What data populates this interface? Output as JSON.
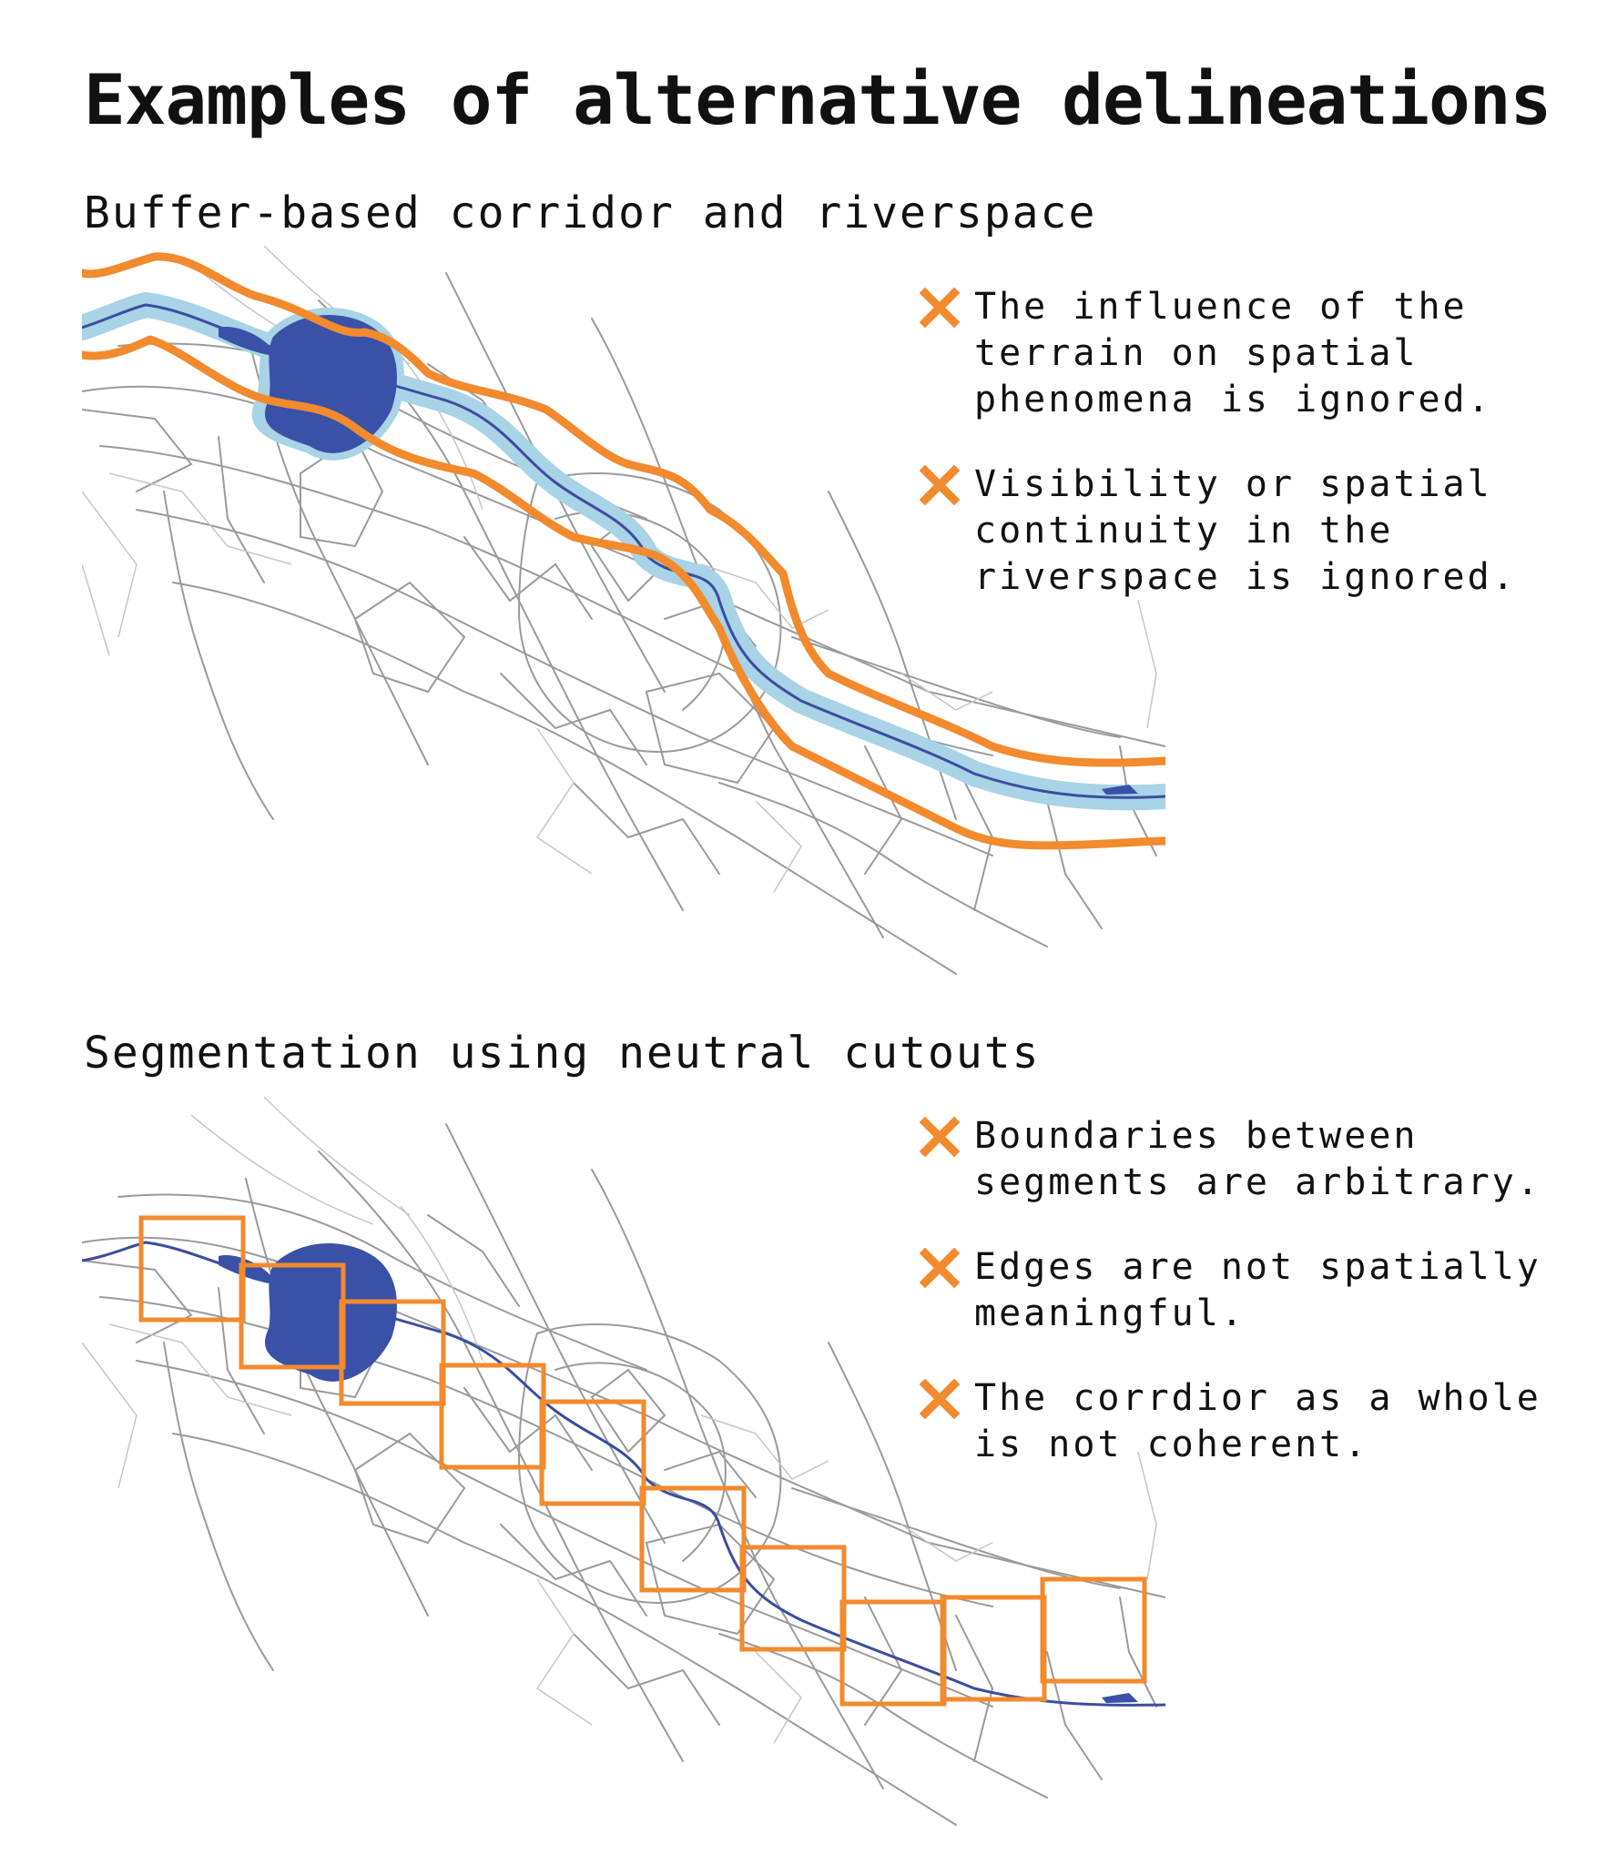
{
  "title": "Examples of alternative delineations",
  "colors": {
    "accent": "#f28a2e",
    "river": "#3a4e9f",
    "water": "#3a51a8",
    "buffer": "#a9d3e6",
    "roads": "#9a9a9a"
  },
  "sections": [
    {
      "title": "Buffer-based corridor and riverspace",
      "notes": [
        {
          "icon": "x-mark-icon",
          "text": "The influence of the terrain on spatial phenomena is ignored."
        },
        {
          "icon": "x-mark-icon",
          "text": "Visibility or spatial continuity in the riverspace is ignored."
        }
      ]
    },
    {
      "title": "Segmentation using neutral cutouts",
      "notes": [
        {
          "icon": "x-mark-icon",
          "text": "Boundaries between segments are arbitrary."
        },
        {
          "icon": "x-mark-icon",
          "text": "Edges are not spatially meaningful."
        },
        {
          "icon": "x-mark-icon",
          "text": "The corrdior as a whole is not coherent."
        }
      ]
    }
  ]
}
